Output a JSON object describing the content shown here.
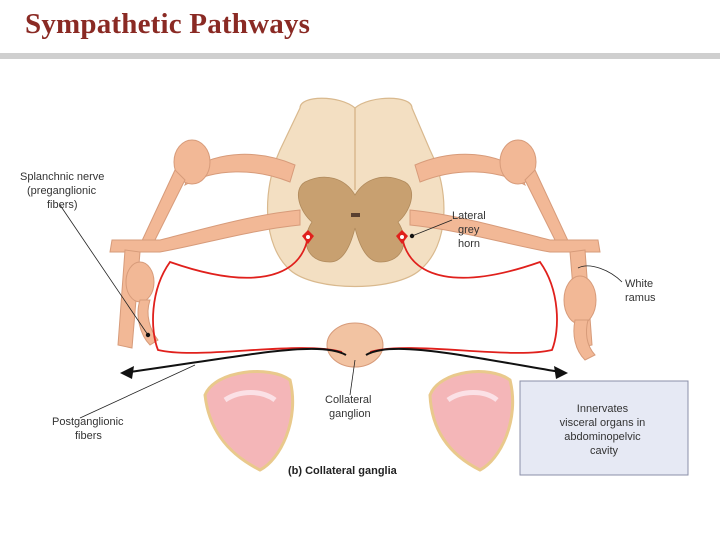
{
  "title": "Sympathetic Pathways",
  "labels": {
    "splanchnic": [
      "Splanchnic nerve",
      "(preganglionic",
      "fibers)"
    ],
    "lateral_horn": [
      "Lateral",
      "grey",
      "horn"
    ],
    "white_ramus": [
      "White",
      "ramus"
    ],
    "postganglionic": [
      "Postganglionic",
      "fibers"
    ],
    "collateral_ganglion": [
      "Collateral",
      "ganglion"
    ],
    "innervates": [
      "Innervates",
      "visceral organs in",
      "abdominopelvic",
      "cavity"
    ],
    "caption": "(b) Collateral ganglia"
  },
  "colors": {
    "title": "#8a2a24",
    "nerve": "#f2b896",
    "nerve_edge": "#d79b7a",
    "fiber_red": "#e0201c",
    "grey_matter": "#c8a070",
    "white_matter": "#f3dfc2",
    "organ": "#f4b6b8",
    "callout_bg": "#e6e9f4"
  }
}
